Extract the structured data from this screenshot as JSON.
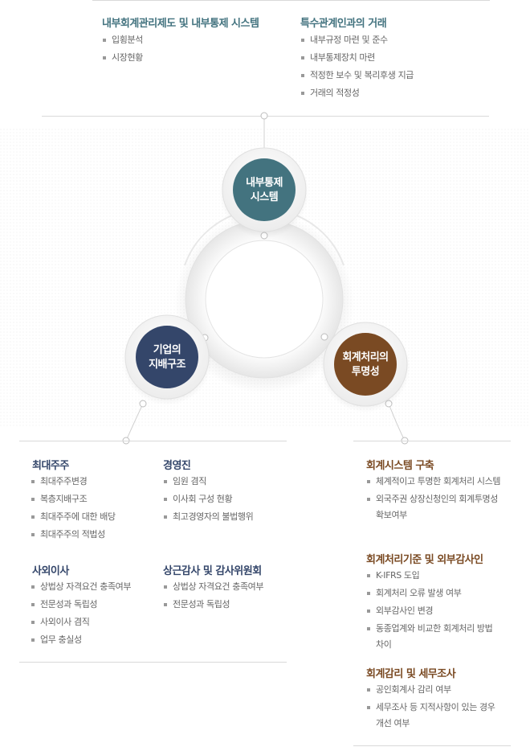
{
  "top": {
    "left_title": "내부회계관리제도 및 내부통제 시스템",
    "left_items": [
      "입횡분석",
      "시장현황"
    ],
    "right_title": "특수관계인과의 거래",
    "right_items": [
      "내부규정 마련 및 준수",
      "내부통제장치 마련",
      "적정한 보수 및 복리후생 지급",
      "거래의 적정성"
    ]
  },
  "circles": {
    "internal_control": {
      "line1": "내부통제",
      "line2": "시스템",
      "color": "#43737f"
    },
    "governance": {
      "line1": "기업의",
      "line2": "지배구조",
      "color": "#34466a"
    },
    "transparency": {
      "line1": "회계처리의",
      "line2": "투명성",
      "color": "#7a4a23"
    }
  },
  "left": {
    "major_shareholder": {
      "title": "최대주주",
      "items": [
        "최대주주변경",
        "복층지배구조",
        "최대주주에 대한 배당",
        "최대주주의 적법성"
      ]
    },
    "management": {
      "title": "경영진",
      "items": [
        "임원 겸직",
        "이사회 구성 현황",
        "최고경영자의 불법행위"
      ]
    },
    "outside_director": {
      "title": "사외이사",
      "items": [
        "상법상 자격요건 충족여부",
        "전문성과 독립성",
        "사외이사 겸직",
        "업무 충실성"
      ]
    },
    "audit": {
      "title": "상근감사 및 감사위원회",
      "items": [
        "상법상 자격요건 충족여부",
        "전문성과 독립성"
      ]
    }
  },
  "right": {
    "system": {
      "title": "회계시스템 구축",
      "items": [
        "체계적이고 투명한 회계처리 시스템",
        "외국주권 상장신청인의 회계투명성 확보여부"
      ]
    },
    "standards": {
      "title": "회계처리기준 및 외부감사인",
      "items": [
        "K-IFRS 도입",
        "회계처리 오류 발생 여부",
        "외부감사인 변경",
        "동종업계와 비교한 회계처리 방법 차이"
      ]
    },
    "tax": {
      "title": "회계감리 및 세무조사",
      "items": [
        "공인회계사 감리 여부",
        "세무조사 등 지적사항이 있는 경우 개선 여부"
      ]
    }
  }
}
